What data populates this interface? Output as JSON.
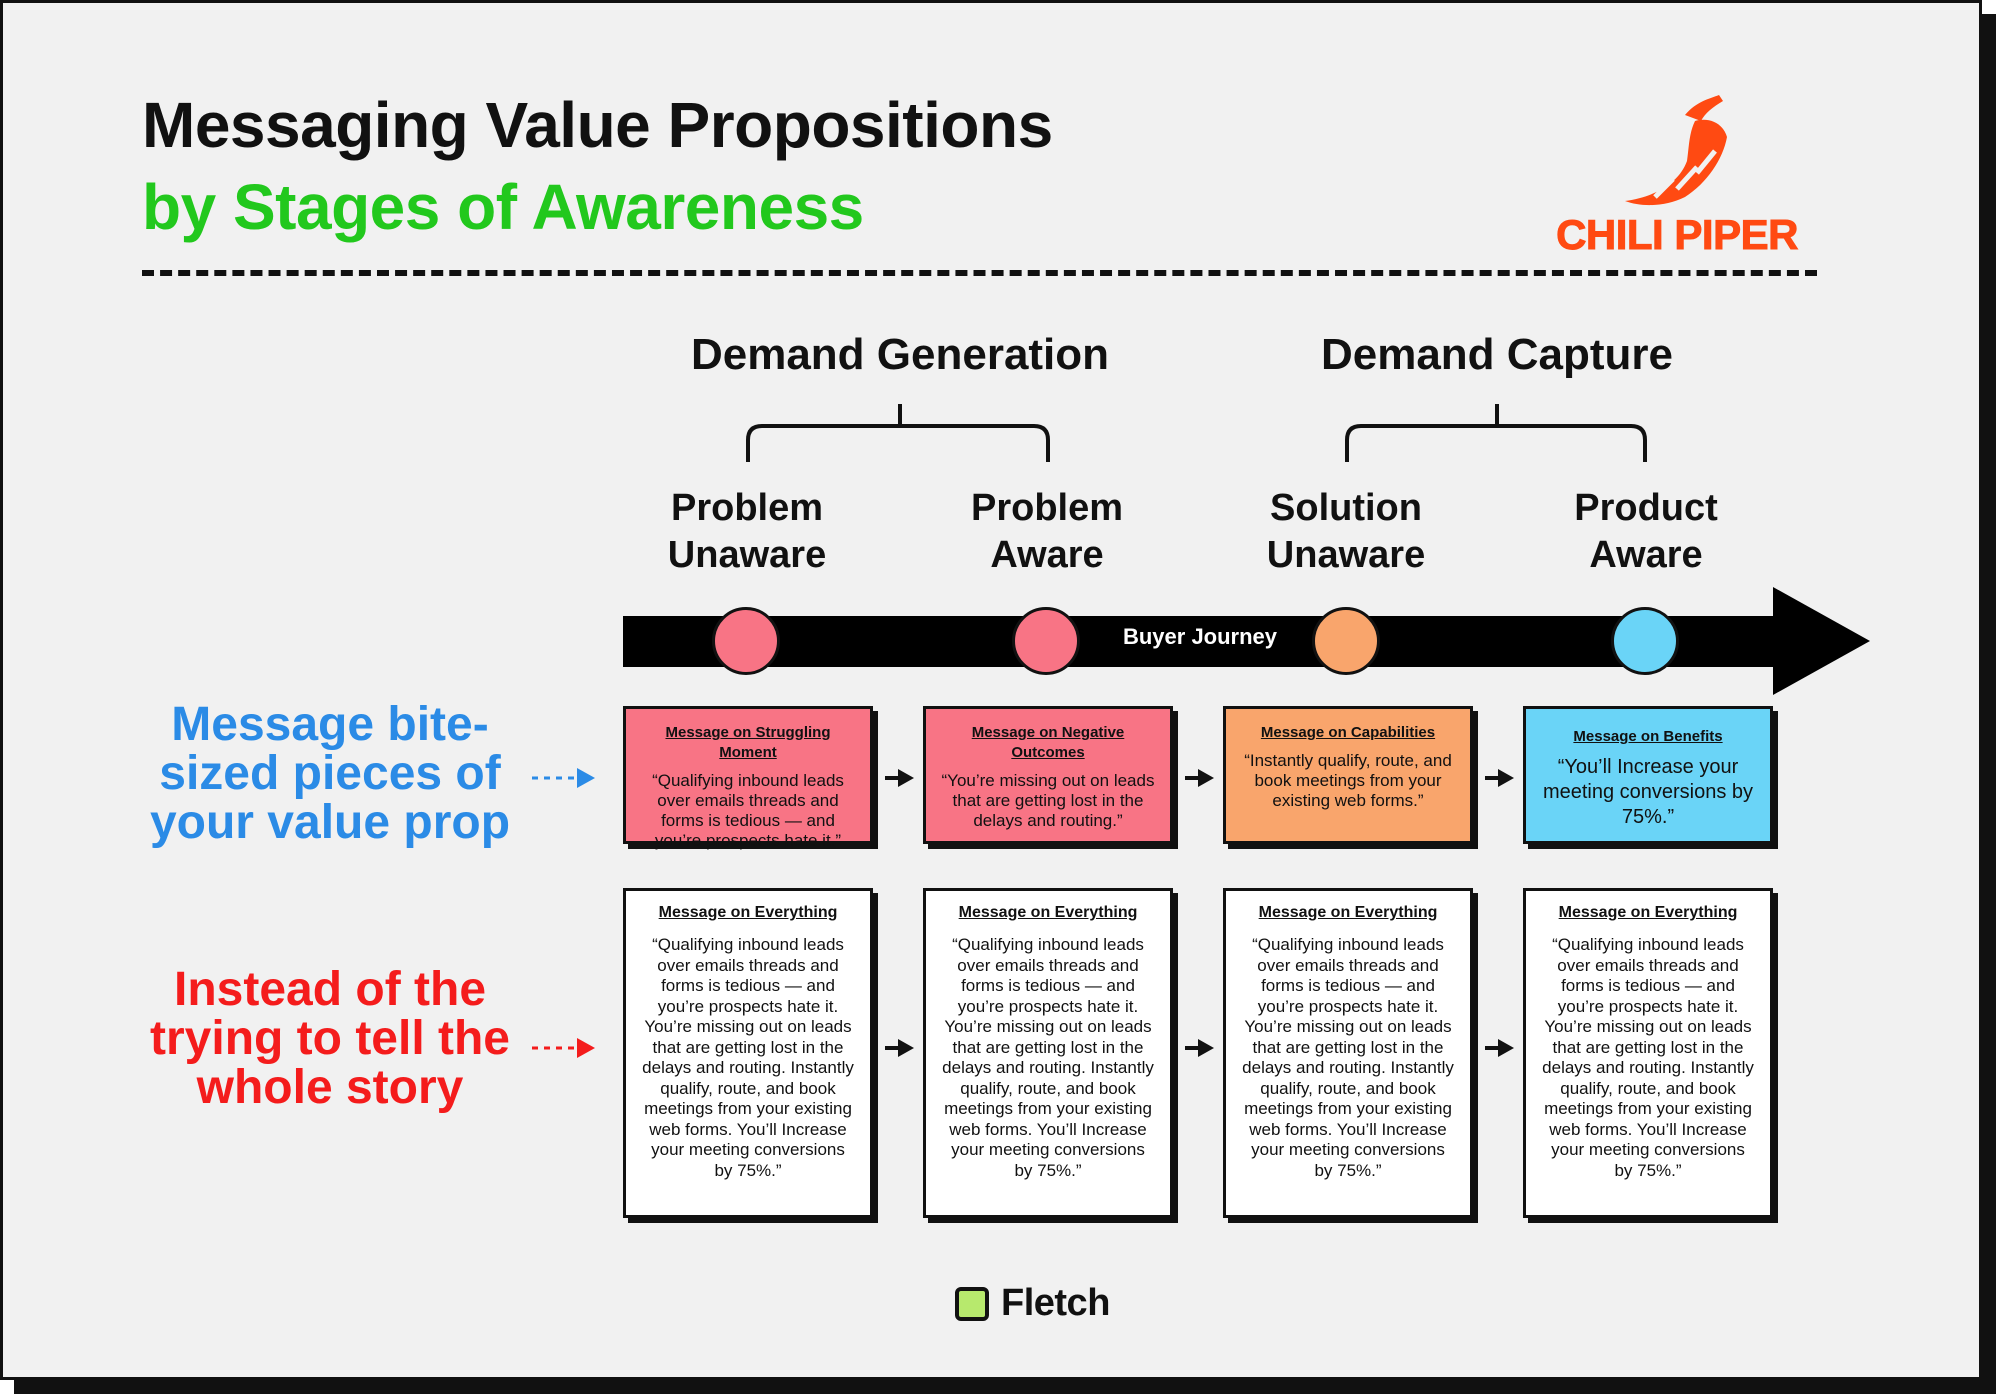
{
  "header": {
    "title_line1": "Messaging Value Propositions",
    "title_line2": "by Stages of Awareness"
  },
  "logo": {
    "brand": "CHILI PIPER",
    "icon": "chili-pepper-icon",
    "color": "#ff4a12"
  },
  "groups": [
    {
      "label": "Demand Generation"
    },
    {
      "label": "Demand Capture"
    }
  ],
  "stages": [
    {
      "line1": "Problem",
      "line2": "Unaware",
      "color": "#f87485"
    },
    {
      "line1": "Problem",
      "line2": "Aware",
      "color": "#f87485"
    },
    {
      "line1": "Solution",
      "line2": "Unaware",
      "color": "#f9a56c"
    },
    {
      "line1": "Product",
      "line2": "Aware",
      "color": "#6ad4f7"
    }
  ],
  "journey": {
    "label": "Buyer Journey"
  },
  "side_labels": {
    "blue": {
      "line1": "Message bite-",
      "line2": "sized pieces of",
      "line3": "your value prop",
      "color": "#2b8be6"
    },
    "red": {
      "line1": "Instead of the",
      "line2": "trying to tell the",
      "line3": "whole story",
      "color": "#f41c1c"
    }
  },
  "bite_sized": [
    {
      "title": "Message on Struggling Moment",
      "body": "“Qualifying inbound leads over emails threads and forms is tedious — and you’re prospects hate it.”",
      "color": "#f87485"
    },
    {
      "title": "Message on Negative Outcomes",
      "body": "“You’re missing out on leads that are getting lost in the delays and routing.”",
      "color": "#f87485"
    },
    {
      "title": "Message on Capabilities",
      "body": "“Instantly qualify, route, and book meetings from your existing web forms.”",
      "color": "#f9a56c"
    },
    {
      "title": "Message on Benefits",
      "body": "“You’ll Increase your meeting conversions by 75%.”",
      "color": "#6ad4f7"
    }
  ],
  "everything": {
    "title": "Message on Everything",
    "body": "“Qualifying inbound leads over emails threads and forms is tedious — and you’re prospects hate it. You’re missing out on leads that are getting lost in the delays and routing. Instantly qualify, route, and book meetings from your existing web forms. You’ll Increase your meeting conversions by 75%.”"
  },
  "footer": {
    "brand": "Fletch",
    "icon": "fletch-logo-icon"
  }
}
